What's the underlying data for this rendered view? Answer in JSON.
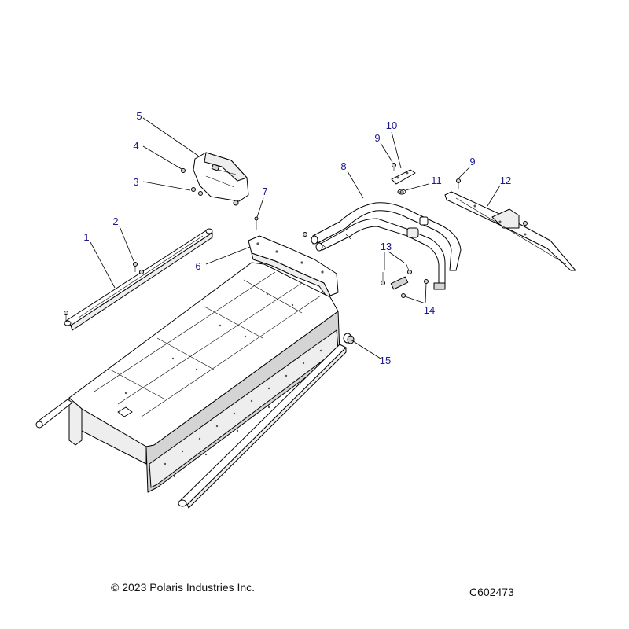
{
  "callouts": [
    {
      "id": "1",
      "label": "1"
    },
    {
      "id": "2",
      "label": "2"
    },
    {
      "id": "3",
      "label": "3"
    },
    {
      "id": "4",
      "label": "4"
    },
    {
      "id": "5",
      "label": "5"
    },
    {
      "id": "6",
      "label": "6"
    },
    {
      "id": "7",
      "label": "7"
    },
    {
      "id": "8",
      "label": "8"
    },
    {
      "id": "9a",
      "label": "9"
    },
    {
      "id": "9b",
      "label": "9"
    },
    {
      "id": "10",
      "label": "10"
    },
    {
      "id": "11",
      "label": "11"
    },
    {
      "id": "12",
      "label": "12"
    },
    {
      "id": "13",
      "label": "13"
    },
    {
      "id": "14",
      "label": "14"
    },
    {
      "id": "15",
      "label": "15"
    }
  ],
  "footer": {
    "copyright": "© 2023 Polaris Industries Inc.",
    "figure_id": "C602473"
  },
  "colors": {
    "callout_text": "#1a1a8c",
    "line": "#000000",
    "panel_shade": "#e6e6e6"
  }
}
